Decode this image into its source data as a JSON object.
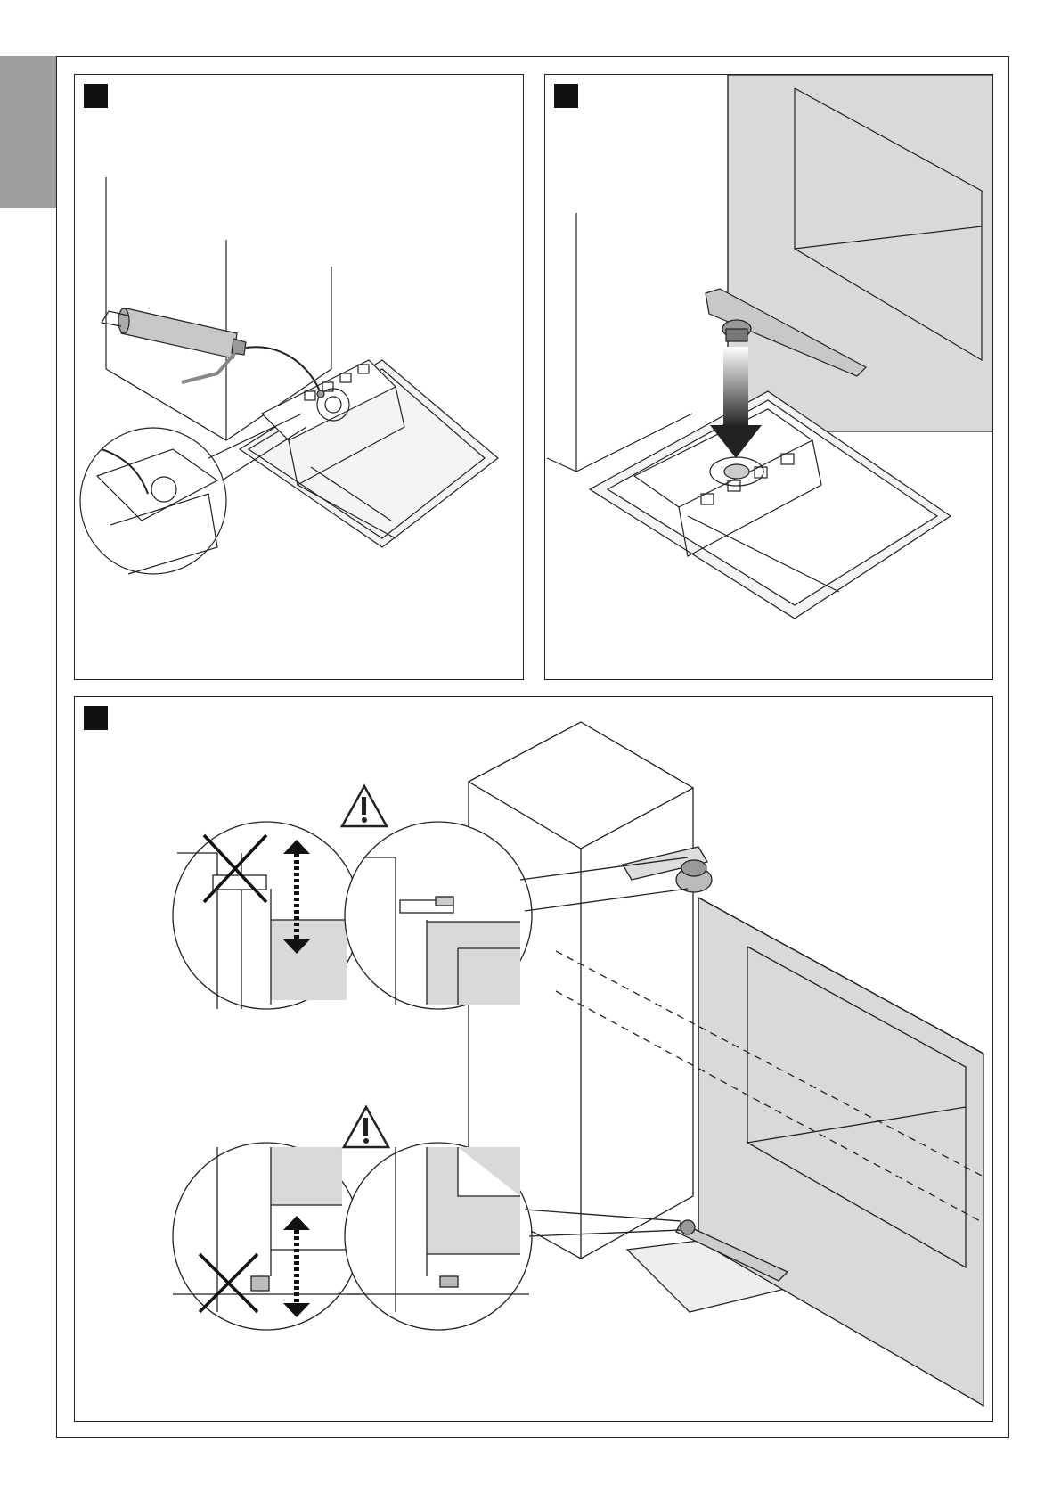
{
  "document": {
    "type": "installation-illustration-page",
    "panels": [
      {
        "marker": "",
        "subject": "grease-gun-lubrication"
      },
      {
        "marker": "",
        "subject": "insert-arm-lever-onto-motor"
      },
      {
        "marker": "",
        "subject": "check-arm-leaf-gaps"
      }
    ]
  },
  "colors": {
    "line": "#222222",
    "gate_fill": "#d9d9d9",
    "tab": "#9e9e9e",
    "marker": "#111111"
  },
  "icons": [
    "warning-triangle-icon",
    "cross-mark-icon",
    "double-arrow-icon",
    "down-arrow-icon"
  ]
}
